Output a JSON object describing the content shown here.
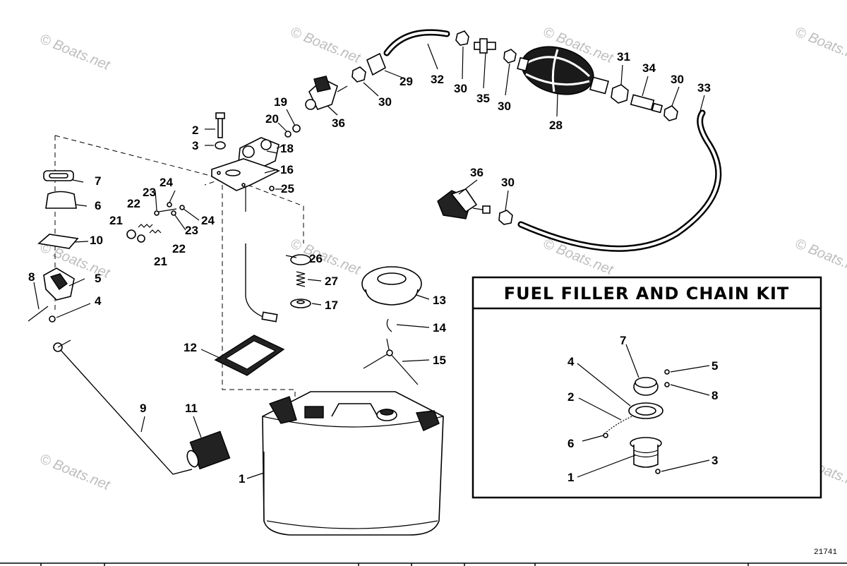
{
  "kit_title": "FUEL FILLER AND CHAIN KIT",
  "drawing_number": "21741",
  "watermark_text": "© Boats.net",
  "main_callouts": [
    {
      "id": "c1",
      "label": "1"
    },
    {
      "id": "c2",
      "label": "2"
    },
    {
      "id": "c3",
      "label": "3"
    },
    {
      "id": "c4",
      "label": "4"
    },
    {
      "id": "c5",
      "label": "5"
    },
    {
      "id": "c6",
      "label": "6"
    },
    {
      "id": "c7",
      "label": "7"
    },
    {
      "id": "c8",
      "label": "8"
    },
    {
      "id": "c9",
      "label": "9"
    },
    {
      "id": "c10",
      "label": "10"
    },
    {
      "id": "c11",
      "label": "11"
    },
    {
      "id": "c12",
      "label": "12"
    },
    {
      "id": "c13",
      "label": "13"
    },
    {
      "id": "c14",
      "label": "14"
    },
    {
      "id": "c15",
      "label": "15"
    },
    {
      "id": "c16",
      "label": "16"
    },
    {
      "id": "c17",
      "label": "17"
    },
    {
      "id": "c18",
      "label": "18"
    },
    {
      "id": "c19",
      "label": "19"
    },
    {
      "id": "c20",
      "label": "20"
    },
    {
      "id": "c21a",
      "label": "21"
    },
    {
      "id": "c21b",
      "label": "21"
    },
    {
      "id": "c22a",
      "label": "22"
    },
    {
      "id": "c22b",
      "label": "22"
    },
    {
      "id": "c23a",
      "label": "23"
    },
    {
      "id": "c23b",
      "label": "23"
    },
    {
      "id": "c24a",
      "label": "24"
    },
    {
      "id": "c24b",
      "label": "24"
    },
    {
      "id": "c25",
      "label": "25"
    },
    {
      "id": "c26",
      "label": "26"
    },
    {
      "id": "c27",
      "label": "27"
    },
    {
      "id": "c28",
      "label": "28"
    },
    {
      "id": "c29",
      "label": "29"
    },
    {
      "id": "c30a",
      "label": "30"
    },
    {
      "id": "c30b",
      "label": "30"
    },
    {
      "id": "c30c",
      "label": "30"
    },
    {
      "id": "c30d",
      "label": "30"
    },
    {
      "id": "c30e",
      "label": "30"
    },
    {
      "id": "c31",
      "label": "31"
    },
    {
      "id": "c32",
      "label": "32"
    },
    {
      "id": "c33",
      "label": "33"
    },
    {
      "id": "c34",
      "label": "34"
    },
    {
      "id": "c35",
      "label": "35"
    },
    {
      "id": "c36a",
      "label": "36"
    },
    {
      "id": "c36b",
      "label": "36"
    }
  ],
  "kit_callouts": [
    {
      "id": "k1",
      "label": "1"
    },
    {
      "id": "k2",
      "label": "2"
    },
    {
      "id": "k3",
      "label": "3"
    },
    {
      "id": "k4",
      "label": "4"
    },
    {
      "id": "k5",
      "label": "5"
    },
    {
      "id": "k6",
      "label": "6"
    },
    {
      "id": "k7",
      "label": "7"
    },
    {
      "id": "k8",
      "label": "8"
    }
  ]
}
